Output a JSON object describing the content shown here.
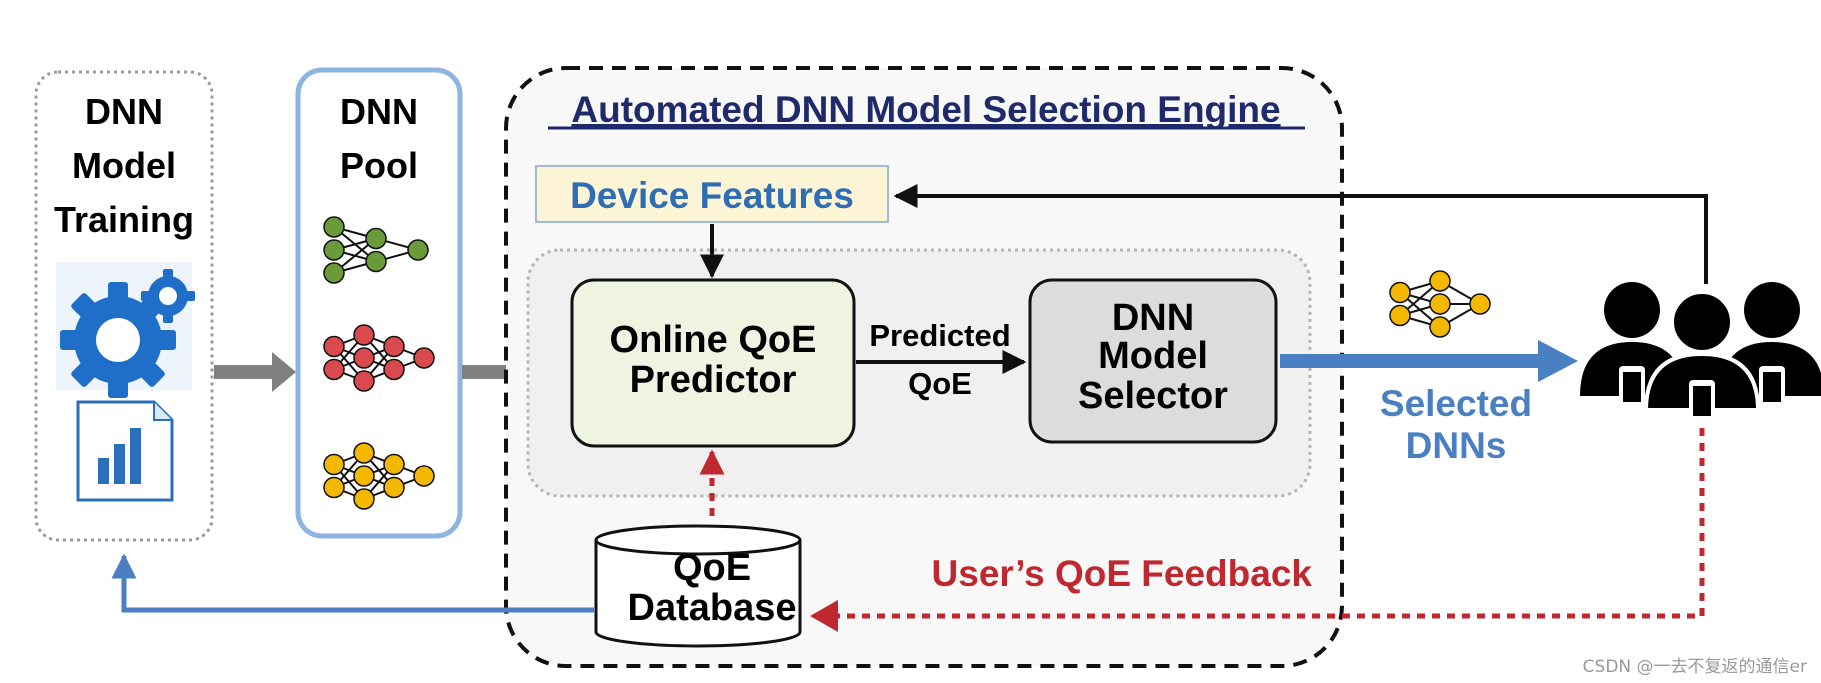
{
  "training": {
    "line1": "DNN",
    "line2": "Model",
    "line3": "Training"
  },
  "pool": {
    "line1": "DNN",
    "line2": "Pool"
  },
  "engine": {
    "title": "Automated DNN Model Selection Engine"
  },
  "device_features": "Device Features",
  "predictor": {
    "line1": "Online QoE",
    "line2": "Predictor"
  },
  "predicted_qoe": {
    "line1": "Predicted",
    "line2": "QoE"
  },
  "selector": {
    "line1": "DNN",
    "line2": "Model",
    "line3": "Selector"
  },
  "selected_dnns": {
    "line1": "Selected",
    "line2": "DNNs"
  },
  "feedback": "User’s QoE Feedback",
  "database": {
    "line1": "QoE",
    "line2": "Database"
  },
  "watermark": "CSDN @一去不复返的通信er",
  "colors": {
    "green_node": "#6b9a3a",
    "red_node": "#d9494d",
    "yellow_node": "#f5b800",
    "blue_arrow": "#4a7fc1",
    "red_feedback": "#c0282f",
    "engine_title": "#1f2a6b",
    "gear_blue": "#1f6fc9"
  },
  "icons": [
    "gear-icon",
    "report-chart-icon",
    "neural-net-icon",
    "users-with-phones-icon"
  ]
}
